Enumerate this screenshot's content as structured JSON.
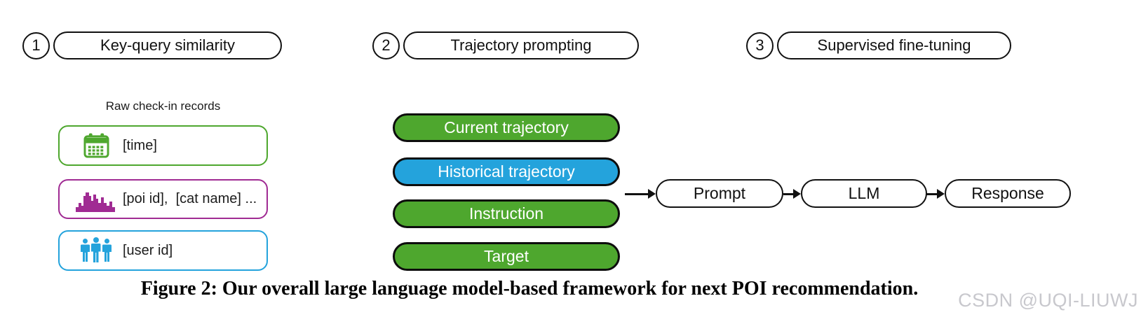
{
  "steps": [
    {
      "number": "1",
      "label": "Key-query similarity"
    },
    {
      "number": "2",
      "label": "Trajectory prompting"
    },
    {
      "number": "3",
      "label": "Supervised fine-tuning"
    }
  ],
  "raw_records": {
    "title": "Raw check-in records",
    "items": [
      {
        "icon": "calendar-icon",
        "label": "[time]",
        "border_color": "#4EA72E"
      },
      {
        "icon": "city-skyline-icon",
        "label": "[poi id],  [cat name] ...",
        "border_color": "#A02B93"
      },
      {
        "icon": "users-icon",
        "label": "[user id]",
        "border_color": "#24A3DC"
      }
    ]
  },
  "prompt_components": [
    {
      "label": "Current trajectory",
      "fill": "#4EA72E"
    },
    {
      "label": "Historical trajectory",
      "fill": "#24A3DC"
    },
    {
      "label": "Instruction",
      "fill": "#4EA72E"
    },
    {
      "label": "Target",
      "fill": "#4EA72E"
    }
  ],
  "pipeline": [
    {
      "label": "Prompt"
    },
    {
      "label": "LLM"
    },
    {
      "label": "Response"
    }
  ],
  "colors": {
    "green": "#4EA72E",
    "blue": "#24A3DC",
    "purple": "#A02B93",
    "outline": "#111111",
    "watermark_gray": "#c8c8cd"
  },
  "figure": {
    "caption": "Figure 2: Our overall large language model-based framework for next POI recommendation.",
    "watermark": "CSDN @UQI-LIUWJ"
  }
}
